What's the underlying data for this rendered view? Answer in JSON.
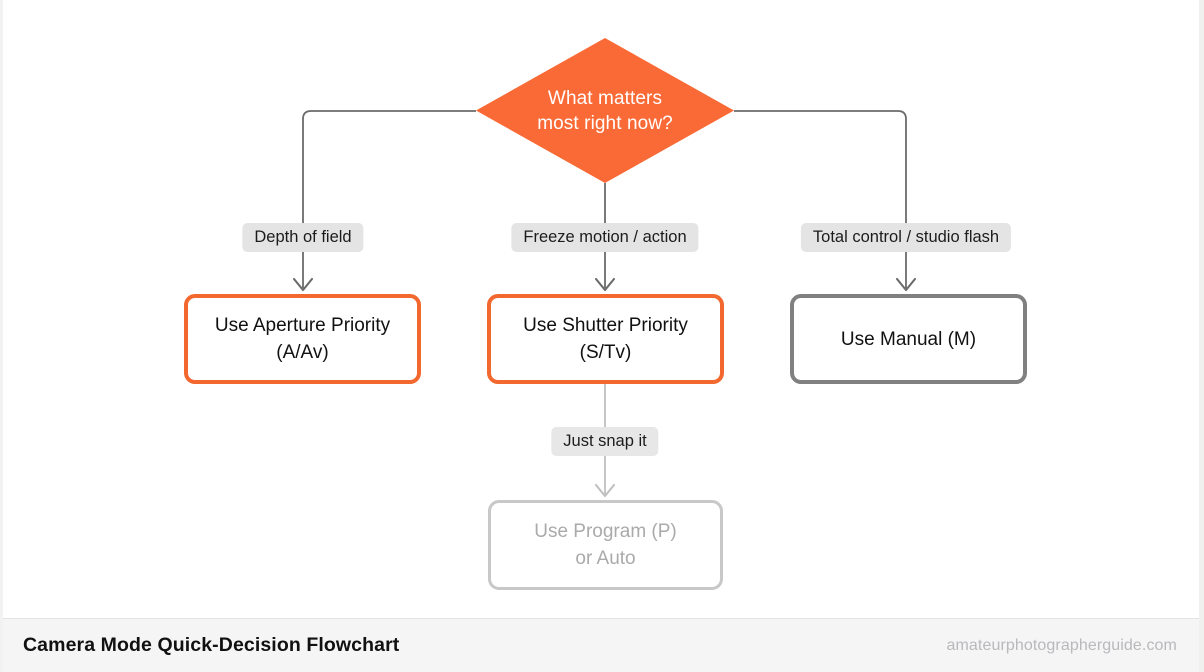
{
  "chart_data": {
    "type": "diagram",
    "diagram_kind": "flowchart",
    "title": "Camera Mode Quick-Decision Flowchart",
    "nodes": [
      {
        "id": "q",
        "shape": "diamond",
        "text": "What matters most right now?",
        "fill": "#f96a36",
        "text_color": "#ffffff"
      },
      {
        "id": "aperture",
        "shape": "rounded-rect",
        "text": "Use Aperture Priority (A/Av)",
        "border": "#f2682f",
        "fill": "#ffffff"
      },
      {
        "id": "shutter",
        "shape": "rounded-rect",
        "text": "Use Shutter Priority (S/Tv)",
        "border": "#f2682f",
        "fill": "#ffffff"
      },
      {
        "id": "manual",
        "shape": "rounded-rect",
        "text": "Use Manual (M)",
        "border": "#808080",
        "fill": "#ffffff"
      },
      {
        "id": "program",
        "shape": "rounded-rect",
        "text": "Use Program (P) or Auto",
        "border": "#c8c8c8",
        "fill": "#ffffff",
        "text_color": "#aaaaaa"
      }
    ],
    "edges": [
      {
        "from": "q",
        "to": "aperture",
        "label": "Depth of field"
      },
      {
        "from": "q",
        "to": "shutter",
        "label": "Freeze motion / action"
      },
      {
        "from": "q",
        "to": "manual",
        "label": "Total control / studio flash"
      },
      {
        "from": "shutter",
        "to": "program",
        "label": "Just snap it"
      }
    ]
  },
  "decision": {
    "line1": "What matters",
    "line2": "most right now?"
  },
  "labels": {
    "left": "Depth of field",
    "middle": "Freeze motion / action",
    "right": "Total control / studio flash",
    "bottom": "Just snap it"
  },
  "nodes": {
    "aperture": {
      "line1": "Use Aperture Priority",
      "line2": "(A/Av)"
    },
    "shutter": {
      "line1": "Use Shutter Priority",
      "line2": "(S/Tv)"
    },
    "manual": {
      "line1": "Use Manual (M)",
      "line2": ""
    },
    "program": {
      "line1": "Use Program (P)",
      "line2": "or Auto"
    }
  },
  "footer": {
    "title": "Camera Mode Quick-Decision Flowchart",
    "credit": "amateurphotographerguide.com"
  },
  "colors": {
    "accent": "#f96a36",
    "accent_border": "#f2682f",
    "neutral_border": "#808080",
    "faded_border": "#c8c8c8",
    "faded_text": "#aaaaaa",
    "connector": "#6b6b6b",
    "connector_faded": "#c0c0c0",
    "label_pill": "#e4e4e4",
    "footer_bg": "#f5f5f5"
  }
}
